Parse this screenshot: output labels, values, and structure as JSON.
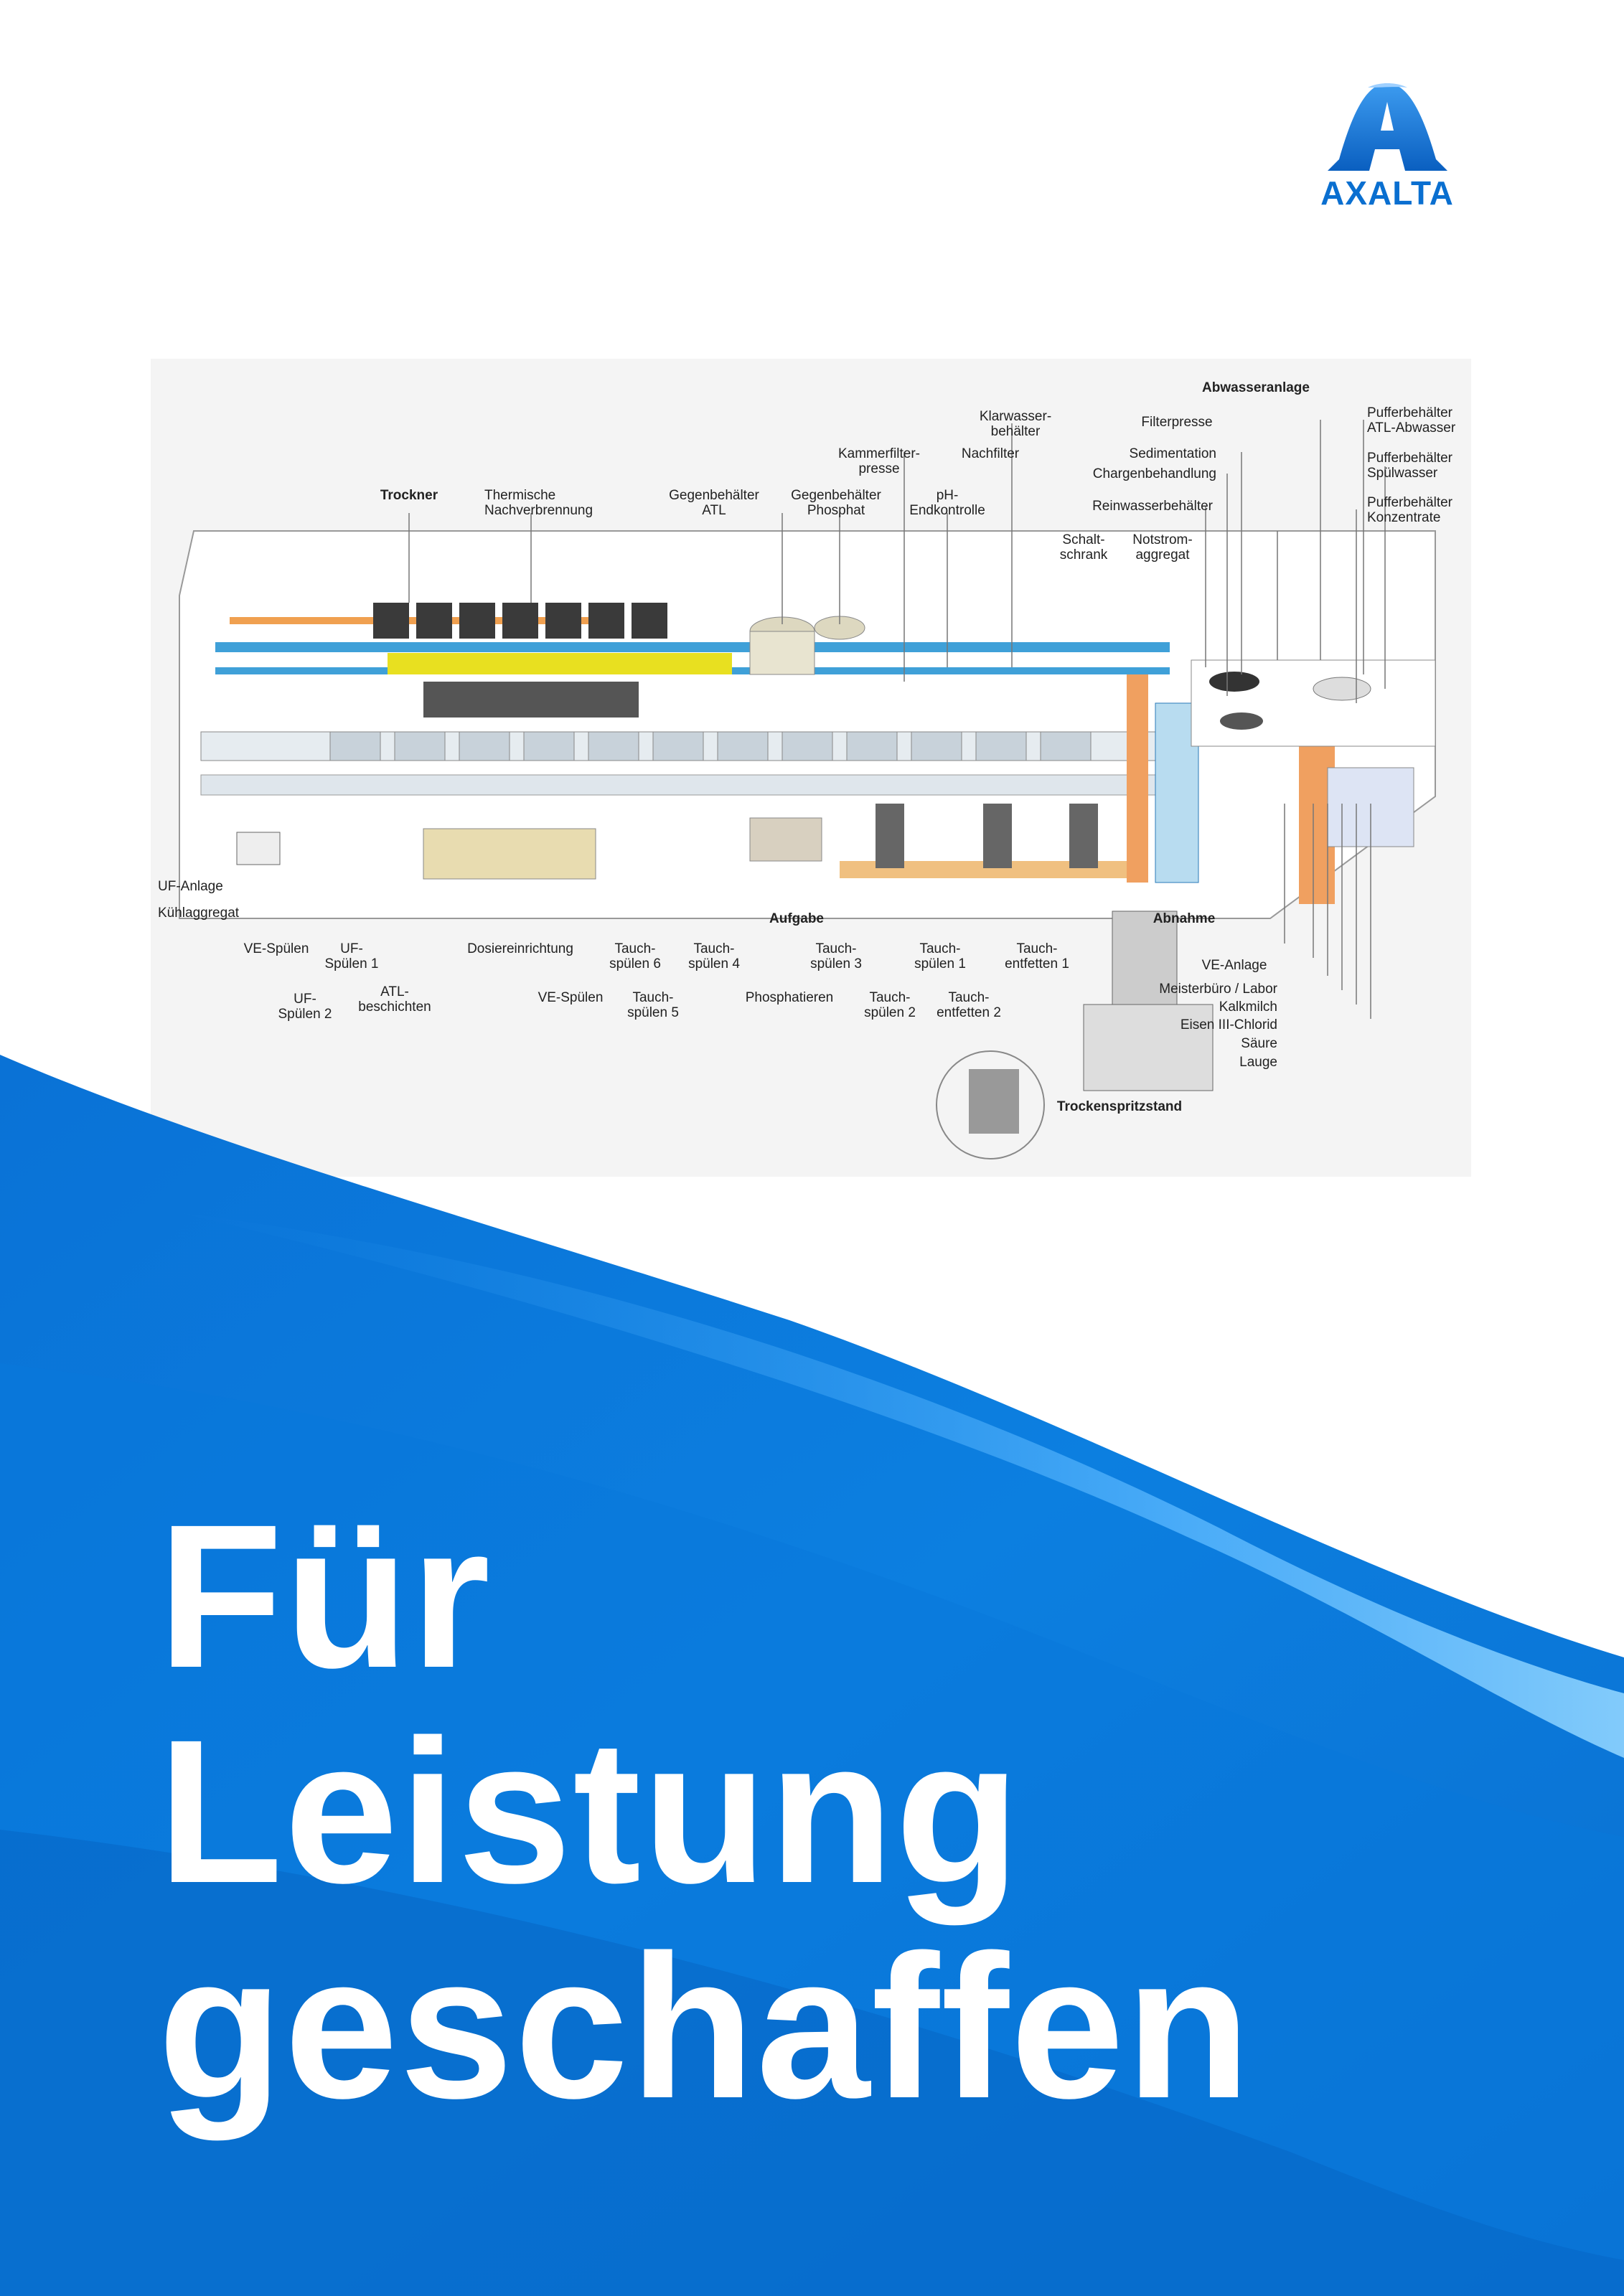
{
  "brand": {
    "name": "AXALTA",
    "color": "#0a6fd0"
  },
  "headline": {
    "line1": "Für",
    "line2": "Leistung",
    "line3": "geschaffen"
  },
  "diagram": {
    "labels": {
      "abwasseranlage": "Abwasseranlage",
      "pufferbehaelter_atl": "Pufferbehälter\nATL-Abwasser",
      "klarwasserbehaelter": "Klarwasser-\nbehälter",
      "filterpresse": "Filterpresse",
      "pufferbehaelter_spuel": "Pufferbehälter\nSpülwasser",
      "kammerfilterpresse": "Kammerfilter-\npresse",
      "nachfilter": "Nachfilter",
      "sedimentation": "Sedimentation",
      "chargenbehandlung": "Chargenbehandlung",
      "trockner": "Trockner",
      "thermische": "Thermische\nNachverbrennung",
      "gegenbehaelter_atl": "Gegenbehälter\nATL",
      "gegenbehaelter_phosphat": "Gegenbehälter\nPhosphat",
      "ph_endkontrolle": "pH-\nEndkontrolle",
      "reinwasserbehaelter": "Reinwasserbehälter",
      "pufferbehaelter_konz": "Pufferbehälter\nKonzentrate",
      "schaltschrank": "Schalt-\nschrank",
      "notstromaggregat": "Notstrom-\naggregat",
      "uf_anlage": "UF-Anlage",
      "kuehlaggregat": "Kühlaggregat",
      "aufgabe": "Aufgabe",
      "abnahme": "Abnahme",
      "ve_spuelen_1": "VE-Spülen",
      "uf_spuelen_1": "UF-\nSpülen 1",
      "dosiereinrichtung": "Dosiereinrichtung",
      "tauchspuelen_6": "Tauch-\nspülen 6",
      "tauchspuelen_4": "Tauch-\nspülen 4",
      "tauchspuelen_3": "Tauch-\nspülen 3",
      "tauchspuelen_1": "Tauch-\nspülen 1",
      "tauchentfetten_1": "Tauch-\nentfetten 1",
      "ve_anlage": "VE-Anlage",
      "uf_spuelen_2": "UF-\nSpülen 2",
      "atl_beschichten": "ATL-\nbeschichten",
      "ve_spuelen_2": "VE-Spülen",
      "tauchspuelen_5": "Tauch-\nspülen 5",
      "phosphatieren": "Phosphatieren",
      "tauchspuelen_2": "Tauch-\nspülen 2",
      "tauchentfetten_2": "Tauch-\nentfetten 2",
      "meisterbuero": "Meisterbüro / Labor",
      "kalkmilch": "Kalkmilch",
      "eisen": "Eisen III-Chlorid",
      "saeure": "Säure",
      "lauge": "Lauge",
      "trockenspritzstand": "Trockenspritzstand"
    }
  }
}
